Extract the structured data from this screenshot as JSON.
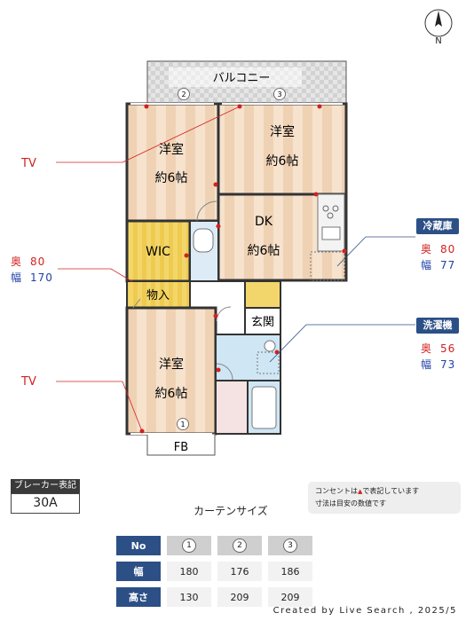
{
  "rooms": {
    "balcony": "バルコニー",
    "bed1": {
      "name": "洋室",
      "size": "約6帖"
    },
    "bed2": {
      "name": "洋室",
      "size": "約6帖"
    },
    "dk": {
      "name": "DK",
      "size": "約6帖"
    },
    "wic": "WIC",
    "storage": "物入",
    "entrance": "玄関",
    "bed3": {
      "name": "洋室",
      "size": "約6帖"
    },
    "fb": "FB"
  },
  "window_numbers": [
    "1",
    "2",
    "3"
  ],
  "tv_labels": [
    "TV",
    "TV"
  ],
  "compass": "N",
  "left_spot": {
    "depth_label": "奥",
    "depth": "80",
    "width_label": "幅",
    "width": "170"
  },
  "fridge": {
    "title": "冷蔵庫",
    "depth_label": "奥",
    "depth": "80",
    "width_label": "幅",
    "width": "77"
  },
  "washer": {
    "title": "洗濯機",
    "depth_label": "奥",
    "depth": "56",
    "width_label": "幅",
    "width": "73"
  },
  "breaker": {
    "label": "ブレーカー表記",
    "value": "30A"
  },
  "note": {
    "line1_pre": "コンセントは",
    "marker": "▲",
    "line1_post": "で表記しています",
    "line2": "寸法は目安の数値です"
  },
  "curtain": {
    "title": "カーテンサイズ",
    "header": "No",
    "width_label": "幅",
    "height_label": "高さ",
    "numbers": [
      "1",
      "2",
      "3"
    ],
    "widths": [
      "180",
      "176",
      "186"
    ],
    "heights": [
      "130",
      "209",
      "209"
    ]
  },
  "footer": "Created by Live Search , 2025/5",
  "colors": {
    "accent": "#2c4f86",
    "outlet": "#d32020",
    "wood": "#f4dcc3",
    "wic": "#f2d46a",
    "water": "#cfe6f4"
  }
}
